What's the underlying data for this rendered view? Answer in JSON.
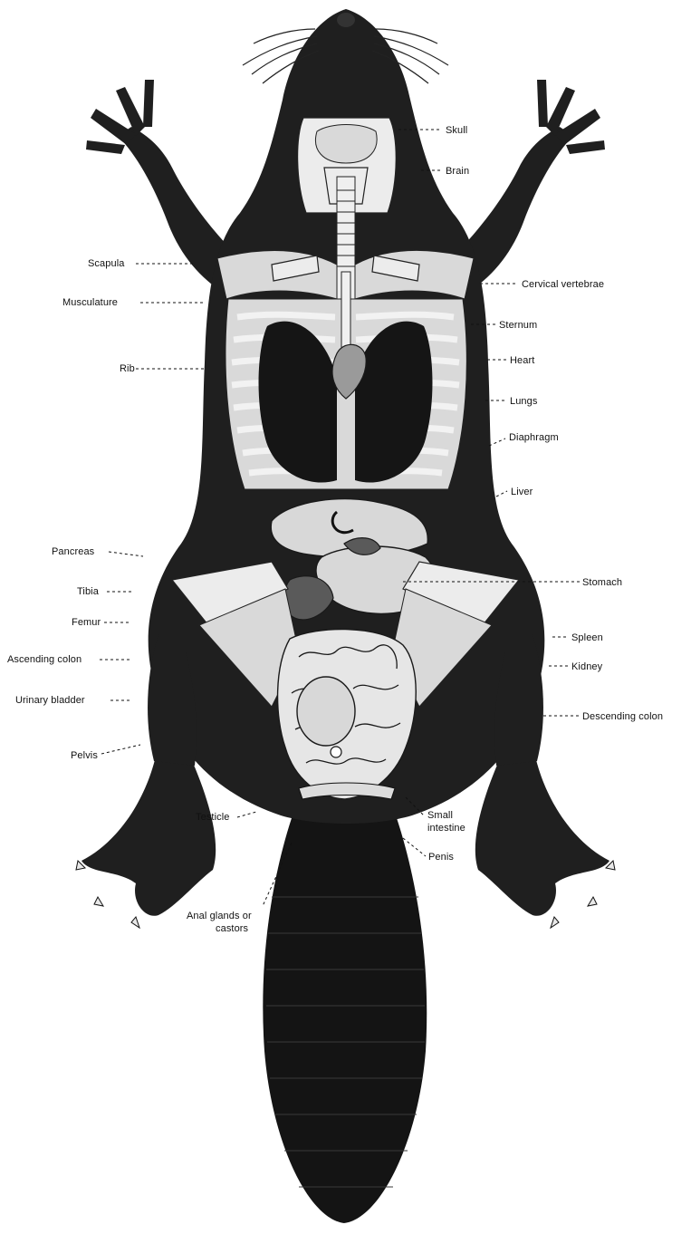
{
  "diagram": {
    "subject": "beaver anatomy",
    "labels": {
      "skull": "Skull",
      "brain": "Brain",
      "scapula": "Scapula",
      "cervical_vertebrae": "Cervical vertebrae",
      "musculature": "Musculature",
      "sternum": "Sternum",
      "heart": "Heart",
      "rib": "Rib",
      "lungs": "Lungs",
      "diaphragm": "Diaphragm",
      "liver": "Liver",
      "pancreas": "Pancreas",
      "stomach": "Stomach",
      "tibia": "Tibia",
      "femur": "Femur",
      "spleen": "Spleen",
      "ascending_colon": "Ascending colon",
      "kidney": "Kidney",
      "urinary_bladder": "Urinary bladder",
      "descending_colon": "Descending colon",
      "pelvis": "Pelvis",
      "testicle": "Testicle",
      "small_intestine_1": "Small",
      "small_intestine_2": "intestine",
      "penis": "Penis",
      "anal_glands_1": "Anal glands or",
      "anal_glands_2": "castors"
    }
  }
}
